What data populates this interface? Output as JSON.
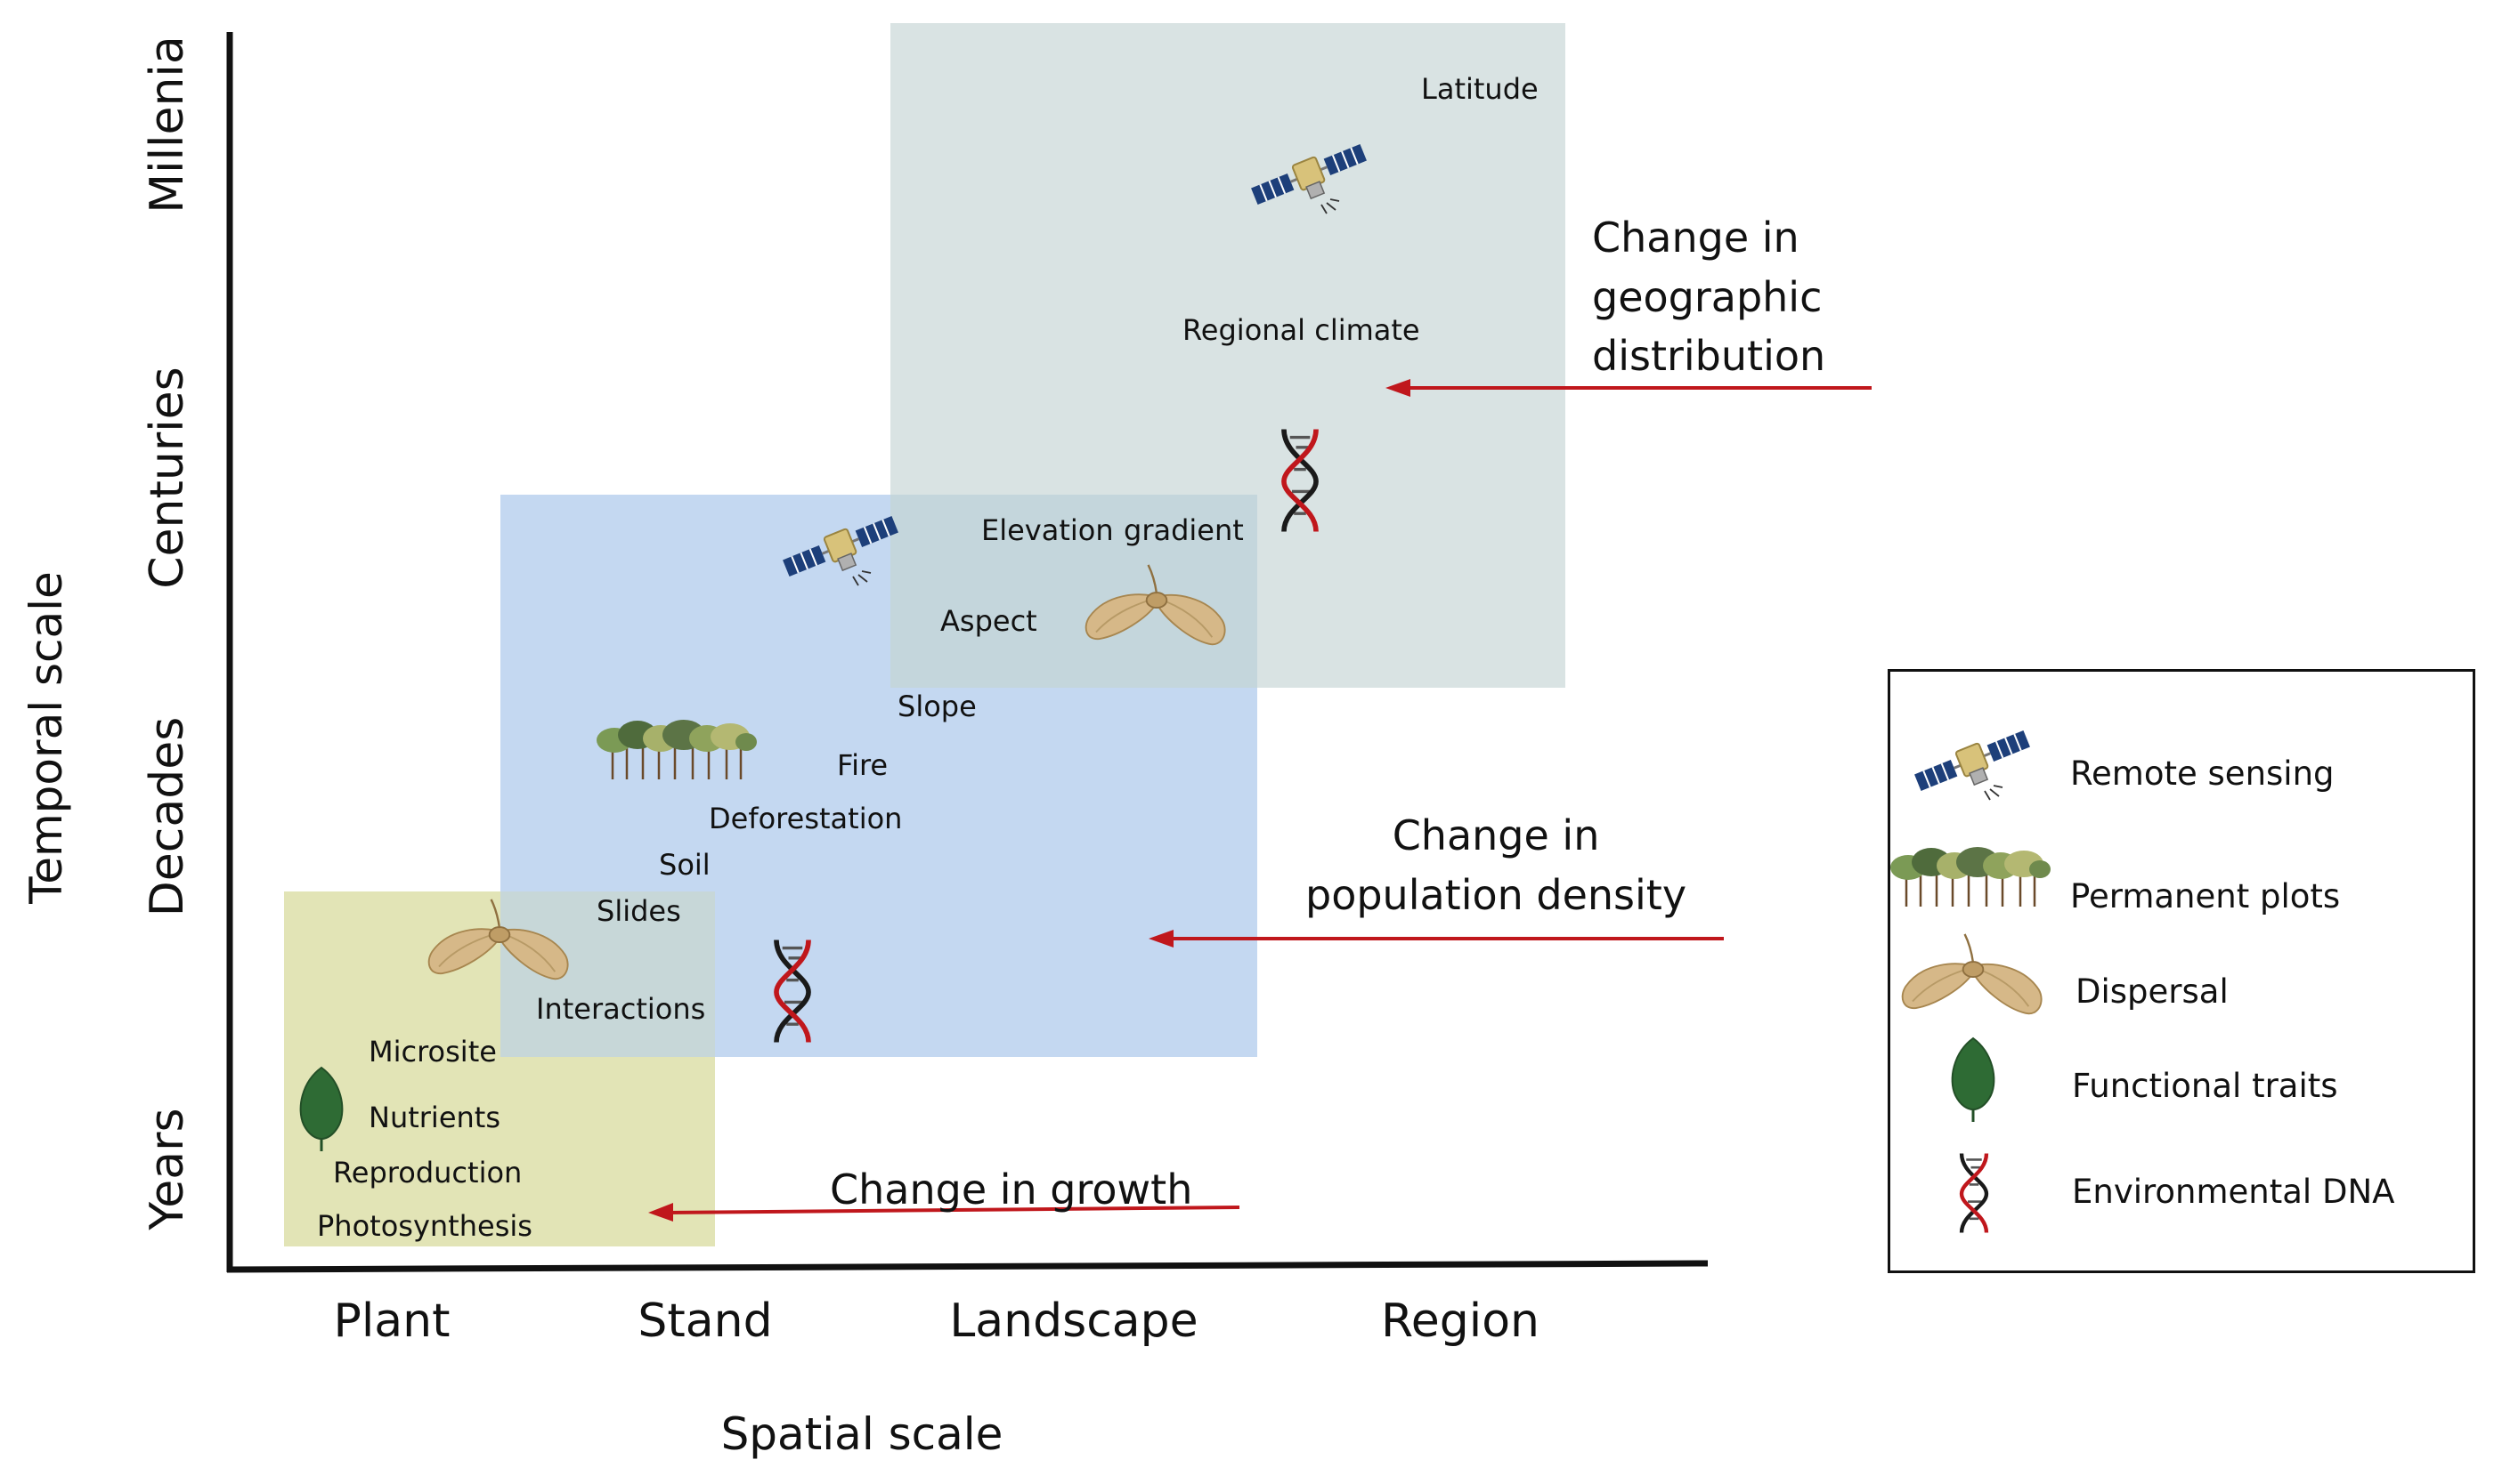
{
  "axes": {
    "x_title": "Spatial scale",
    "y_title": "Temporal scale",
    "x_ticks": [
      "Plant",
      "Stand",
      "Landscape",
      "Region"
    ],
    "y_ticks": [
      "Years",
      "Decades",
      "Centuries",
      "Millenia"
    ]
  },
  "regions": {
    "plant": {
      "color": "#e2e4b6"
    },
    "stand": {
      "color": "#c4d8f1"
    },
    "landscape": {
      "color": "#d9e3e3"
    },
    "stand_landscape_overlap": {
      "color": "#c4d6dc"
    },
    "plant_stand_overlap": {
      "color": "#c7d7d8"
    }
  },
  "factors": {
    "latitude": "Latitude",
    "regional_climate": "Regional climate",
    "elevation": "Elevation",
    "gradient": "gradient",
    "aspect": "Aspect",
    "slope": "Slope",
    "fire": "Fire",
    "deforestation": "Deforestation",
    "soil": "Soil",
    "slides": "Slides",
    "interactions": "Interactions",
    "microsite": "Microsite",
    "nutrients": "Nutrients",
    "reproduction": "Reproduction",
    "photosynthesis": "Photosynthesis"
  },
  "changes": {
    "geographic": "Change in\ngeographic\ndistribution",
    "population": "Change in\npopulation density",
    "growth": "Change in growth",
    "arrow_color": "#c0171c"
  },
  "legend": {
    "items": [
      {
        "icon": "satellite-icon",
        "label": "Remote sensing"
      },
      {
        "icon": "trees-icon",
        "label": "Permanent plots"
      },
      {
        "icon": "samara-seed-icon",
        "label": "Dispersal"
      },
      {
        "icon": "leaf-icon",
        "label": "Functional traits"
      },
      {
        "icon": "dna-icon",
        "label": "Environmental DNA"
      }
    ]
  },
  "colors": {
    "satellite_panel": "#1d3f7a",
    "satellite_body": "#d8c27a",
    "leaf": "#2e6b34",
    "seed": "#d6b888",
    "dna_red": "#c0171c",
    "dna_black": "#1a1a1a"
  }
}
